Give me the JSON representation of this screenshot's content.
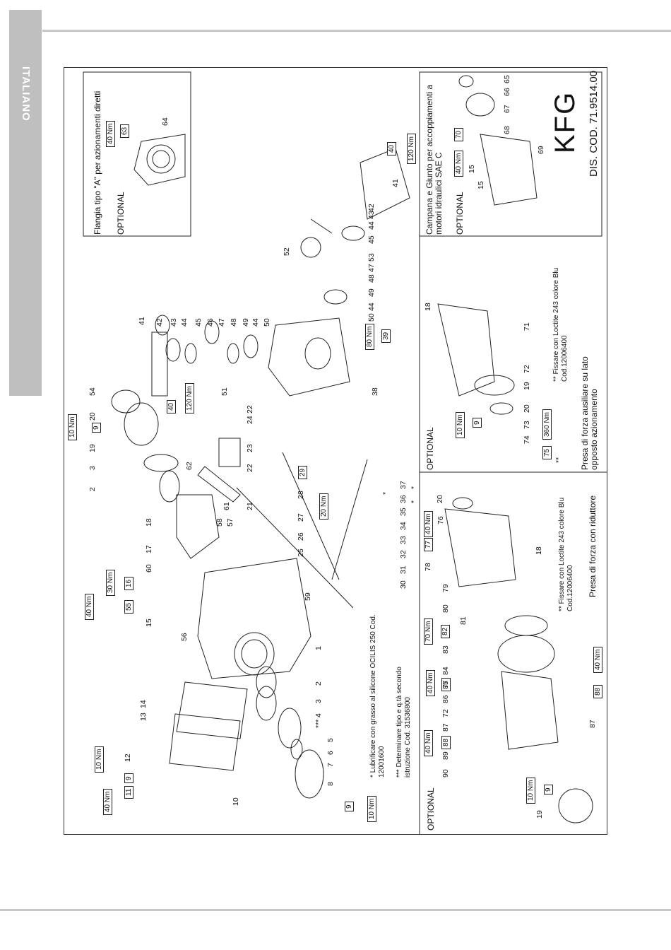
{
  "page": {
    "language_tab": "ITALIANO"
  },
  "optional_labels": {
    "flange": "OPTIONAL",
    "bell": "OPTIONAL",
    "pto_aux": "OPTIONAL",
    "main": "OPTIONAL"
  },
  "captions": {
    "flange": "Flangia tipo \"A\" per azionamenti diretti",
    "bell": "Campana e Giunto per accoppiamenti a motori idraulici SAE C",
    "pto_aux": "Presa di forza ausiliare su lato opposto azionamento",
    "pto_reducer": "Presa di forza con riduttore"
  },
  "notes": {
    "lubricate": "*   Lubrificare con grasso al silicone OCILIS 250 Cod. 12001600",
    "determine": "*** Determinare tipo e q.tà secondo istruzione Cod. 31536800",
    "loctite_aux": "** Fissare con Loctite 243 colore Blu Cod.12006400",
    "loctite_red": "** Fissare con Loctite 243 colore Blu Cod.12006400"
  },
  "model": "KFG",
  "drawing_code": "DIS. COD. 71.9514.00",
  "torques": [
    {
      "part": "63",
      "value": "40 Nm"
    },
    {
      "part": "40",
      "value": "120 Nm"
    },
    {
      "part": "40",
      "value": "120 Nm"
    },
    {
      "part": "9",
      "value": "10 Nm"
    },
    {
      "part": "39",
      "value": "80 Nm"
    },
    {
      "part": "29",
      "value": "20 Nm"
    },
    {
      "part": "16",
      "value": "30 Nm"
    },
    {
      "part": "55",
      "value": "40 Nm"
    },
    {
      "part": "9",
      "value": "10 Nm"
    },
    {
      "part": "11",
      "value": "40 Nm"
    },
    {
      "part": "9",
      "value": "10 Nm"
    },
    {
      "part": "70",
      "value": "40 Nm"
    },
    {
      "part": "9",
      "value": "10 Nm"
    },
    {
      "part": "75",
      "value": "360 Nm"
    },
    {
      "part": "77",
      "value": "40 Nm"
    },
    {
      "part": "82",
      "value": "70 Nm"
    },
    {
      "part": "77",
      "value": "40 Nm"
    },
    {
      "part": "88",
      "value": "40 Nm"
    },
    {
      "part": "88",
      "value": "40 Nm"
    },
    {
      "part": "9",
      "value": "10 Nm"
    }
  ],
  "part_numbers": [
    "64",
    "41",
    "42",
    "43",
    "44",
    "45",
    "46",
    "47",
    "48",
    "49",
    "44",
    "50",
    "51",
    "52",
    "53",
    "45",
    "44",
    "43",
    "42",
    "41",
    "44",
    "49",
    "48",
    "47",
    "50",
    "54",
    "38",
    "20",
    "19",
    "3",
    "2",
    "18",
    "17",
    "60",
    "62",
    "58",
    "57",
    "61",
    "21",
    "22",
    "24",
    "23",
    "22",
    "28",
    "27",
    "26",
    "25",
    "30",
    "31",
    "32",
    "33",
    "34",
    "35",
    "36",
    "37",
    "59",
    "56",
    "15",
    "1",
    "2",
    "3",
    "4",
    "***",
    "5",
    "6",
    "7",
    "8",
    "10",
    "12",
    "13",
    "14",
    "18",
    "71",
    "72",
    "19",
    "20",
    "73",
    "74",
    "65",
    "66",
    "67",
    "68",
    "69",
    "15",
    "15",
    "76",
    "20",
    "78",
    "79",
    "80",
    "81",
    "83",
    "84",
    "85",
    "86",
    "72",
    "87",
    "89",
    "90",
    "19",
    "87",
    "18",
    "*",
    "*",
    "*",
    "**"
  ]
}
